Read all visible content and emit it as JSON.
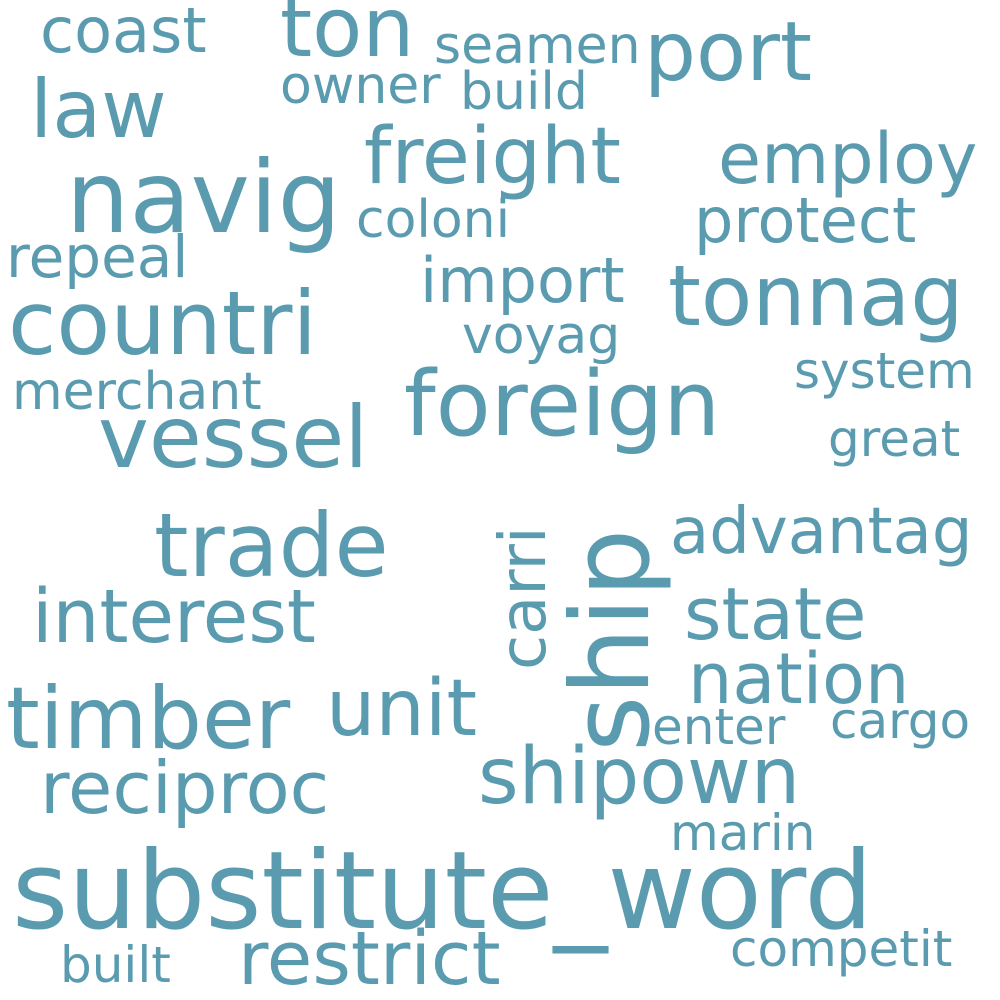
{
  "colors": {
    "background": "#ffffff",
    "word": "#5a9bb0"
  },
  "words": [
    "substitute_word",
    "ship",
    "navig",
    "countri",
    "foreign",
    "vessel",
    "trade",
    "timber",
    "tonnag",
    "freight",
    "ton",
    "port",
    "law",
    "unit",
    "shipown",
    "interest",
    "state",
    "restrict",
    "reciproc",
    "nation",
    "employ",
    "advantag",
    "carri",
    "protect",
    "import",
    "coast",
    "repeal",
    "seamen",
    "build",
    "owner",
    "coloni",
    "voyag",
    "merchant",
    "system",
    "great",
    "cargo",
    "enter",
    "marin",
    "competit",
    "built"
  ]
}
